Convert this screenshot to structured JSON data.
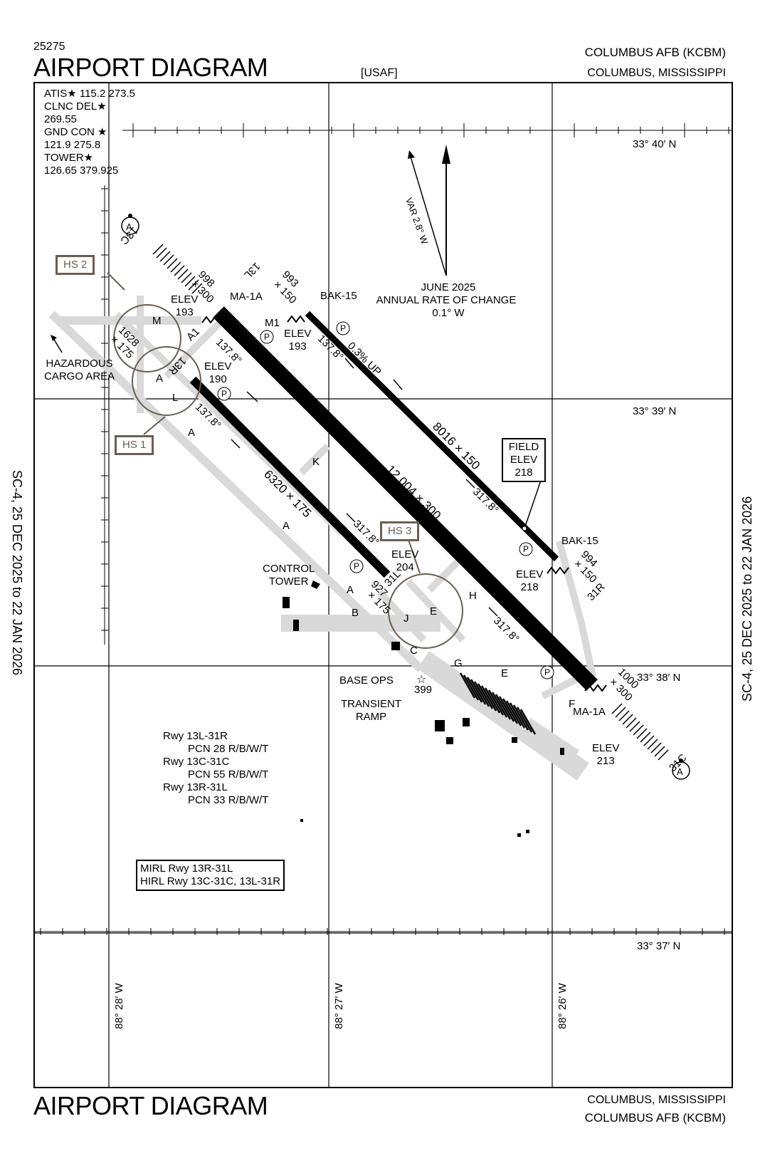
{
  "header": {
    "chart_number": "25275",
    "title": "AIRPORT DIAGRAM",
    "agency": "[USAF]",
    "airport": "COLUMBUS AFB  (KCBM)",
    "city": "COLUMBUS, MISSISSIPPI"
  },
  "footer": {
    "title": "AIRPORT DIAGRAM",
    "city": "COLUMBUS, MISSISSIPPI",
    "airport": "COLUMBUS AFB  (KCBM)"
  },
  "side_text": {
    "left": "SC-4,  25 DEC 2025  to  22 JAN 2026",
    "right": "SC-4,  25 DEC 2025  to  22 JAN 2026"
  },
  "comms": {
    "atis": "ATIS",
    "atis_freq": "115.2  273.5",
    "clnc": "CLNC DEL",
    "clnc_freq": "269.55",
    "gnd": "GND CON",
    "gnd_freq": "121.9  275.8",
    "tower": "TOWER",
    "tower_freq": "126.65  379.925"
  },
  "coords": {
    "lat_top": "33° 40′ N",
    "lat_mid": "33° 39′ N",
    "lat_low": "33° 38′ N",
    "lat_bottom": "33° 37′ N",
    "lon_left": "88° 28′ W",
    "lon_mid": "88° 27′ W",
    "lon_right": "88° 26′ W"
  },
  "variation": {
    "var": "VAR 2.8° W",
    "date": "JUNE 2025",
    "rate_label": "ANNUAL RATE OF CHANGE",
    "rate": "0.1° W"
  },
  "runways": {
    "r13l": {
      "end_a": "13L",
      "end_b": "31R",
      "size": "8016 × 150",
      "hdg_a": "137.8°",
      "hdg_b": "317.8°",
      "slope": "0.3% UP"
    },
    "r13c": {
      "end_a": "13C",
      "end_b": "31C",
      "size": "12,004 × 300",
      "hdg_a": "137.8°",
      "hdg_b": "317.8°"
    },
    "r13r": {
      "end_a": "13R",
      "end_b": "31L",
      "size": "6320 × 175",
      "hdg_a": "137.8°",
      "hdg_b": "317.8°"
    }
  },
  "labels": {
    "d998": "998",
    "d300a": "× 300",
    "d993": "993",
    "d150a": "× 150",
    "d994": "994",
    "d150b": "× 150",
    "d1000": "1000",
    "d300b": "× 300",
    "d927": "927",
    "d175": "× 175",
    "d1628": "1628",
    "d175b": "× 175",
    "ma1a_top": "MA-1A",
    "ma1a_bottom": "MA-1A",
    "bak15_top": "BAK-15",
    "bak15_bottom": "BAK-15",
    "elev193_label": "ELEV",
    "elev193": "193",
    "elev193b_label": "ELEV",
    "elev193b": "193",
    "elev190_label": "ELEV",
    "elev190": "190",
    "elev204_label": "ELEV",
    "elev204": "204",
    "elev218_label": "ELEV",
    "elev218": "218",
    "elev213_label": "ELEV",
    "elev213": "213",
    "field_elev_1": "FIELD",
    "field_elev_2": "ELEV",
    "field_elev_3": "218",
    "hazardous_1": "HAZARDOUS",
    "hazardous_2": "CARGO AREA",
    "control_1": "CONTROL",
    "control_2": "TOWER",
    "base_ops": "BASE OPS",
    "transient_1": "TRANSIENT",
    "transient_2": "RAMP",
    "beacon_elev": "399",
    "hs1": "HS 1",
    "hs2": "HS 2",
    "hs3": "HS 3",
    "m1": "M1",
    "twy_m": "M",
    "twy_a1": "A1",
    "twy_a": "A",
    "twy_l": "L",
    "twy_a2": "A",
    "twy_a3": "A",
    "twy_a4": "A",
    "twy_k": "K",
    "twy_b": "B",
    "twy_j": "J",
    "twy_e": "E",
    "twy_h": "H",
    "twy_c": "C",
    "twy_g": "G",
    "twy_e2": "E",
    "twy_f": "F",
    "a1_top": "A",
    "a1_bottom": "A"
  },
  "pcn": {
    "l1": "Rwy 13L-31R",
    "l2": "PCN 28 R/B/W/T",
    "l3": "Rwy 13C-31C",
    "l4": "PCN 55 R/B/W/T",
    "l5": "Rwy 13R-31L",
    "l6": "PCN 33 R/B/W/T"
  },
  "lighting": {
    "l1": "MIRL Rwy 13R-31L",
    "l2": "HIRL Rwy 13C-31C, 13L-31R"
  },
  "colors": {
    "taxiway": "#d9d9d9",
    "hotspot": "#6b5e52",
    "ink": "#000000"
  }
}
